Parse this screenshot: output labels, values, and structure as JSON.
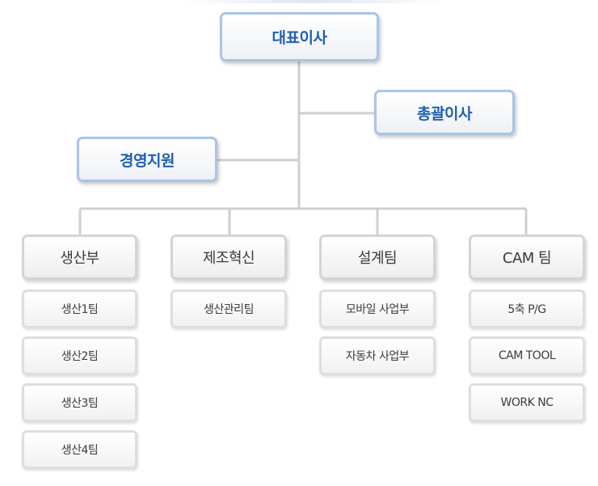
{
  "chart": {
    "ceo": "대표이사",
    "general_director": "총괄이사",
    "management_support": "경영지원",
    "departments": [
      {
        "name": "생산부",
        "teams": [
          "생산1팀",
          "생산2팀",
          "생산3팀",
          "생산4팀"
        ]
      },
      {
        "name": "제조혁신",
        "teams": [
          "생산관리팀"
        ]
      },
      {
        "name": "설계팀",
        "teams": [
          "모바일 사업부",
          "자동차 사업부"
        ]
      },
      {
        "name": "CAM 팀",
        "teams": [
          "5축 P/G",
          "CAM TOOL",
          "WORK NC"
        ]
      }
    ]
  },
  "colors": {
    "executive_text": "#1f5fb0",
    "executive_border": "#a9c4e8",
    "department_border": "#d4d4d4",
    "connector_line": "#cfcfcf"
  }
}
